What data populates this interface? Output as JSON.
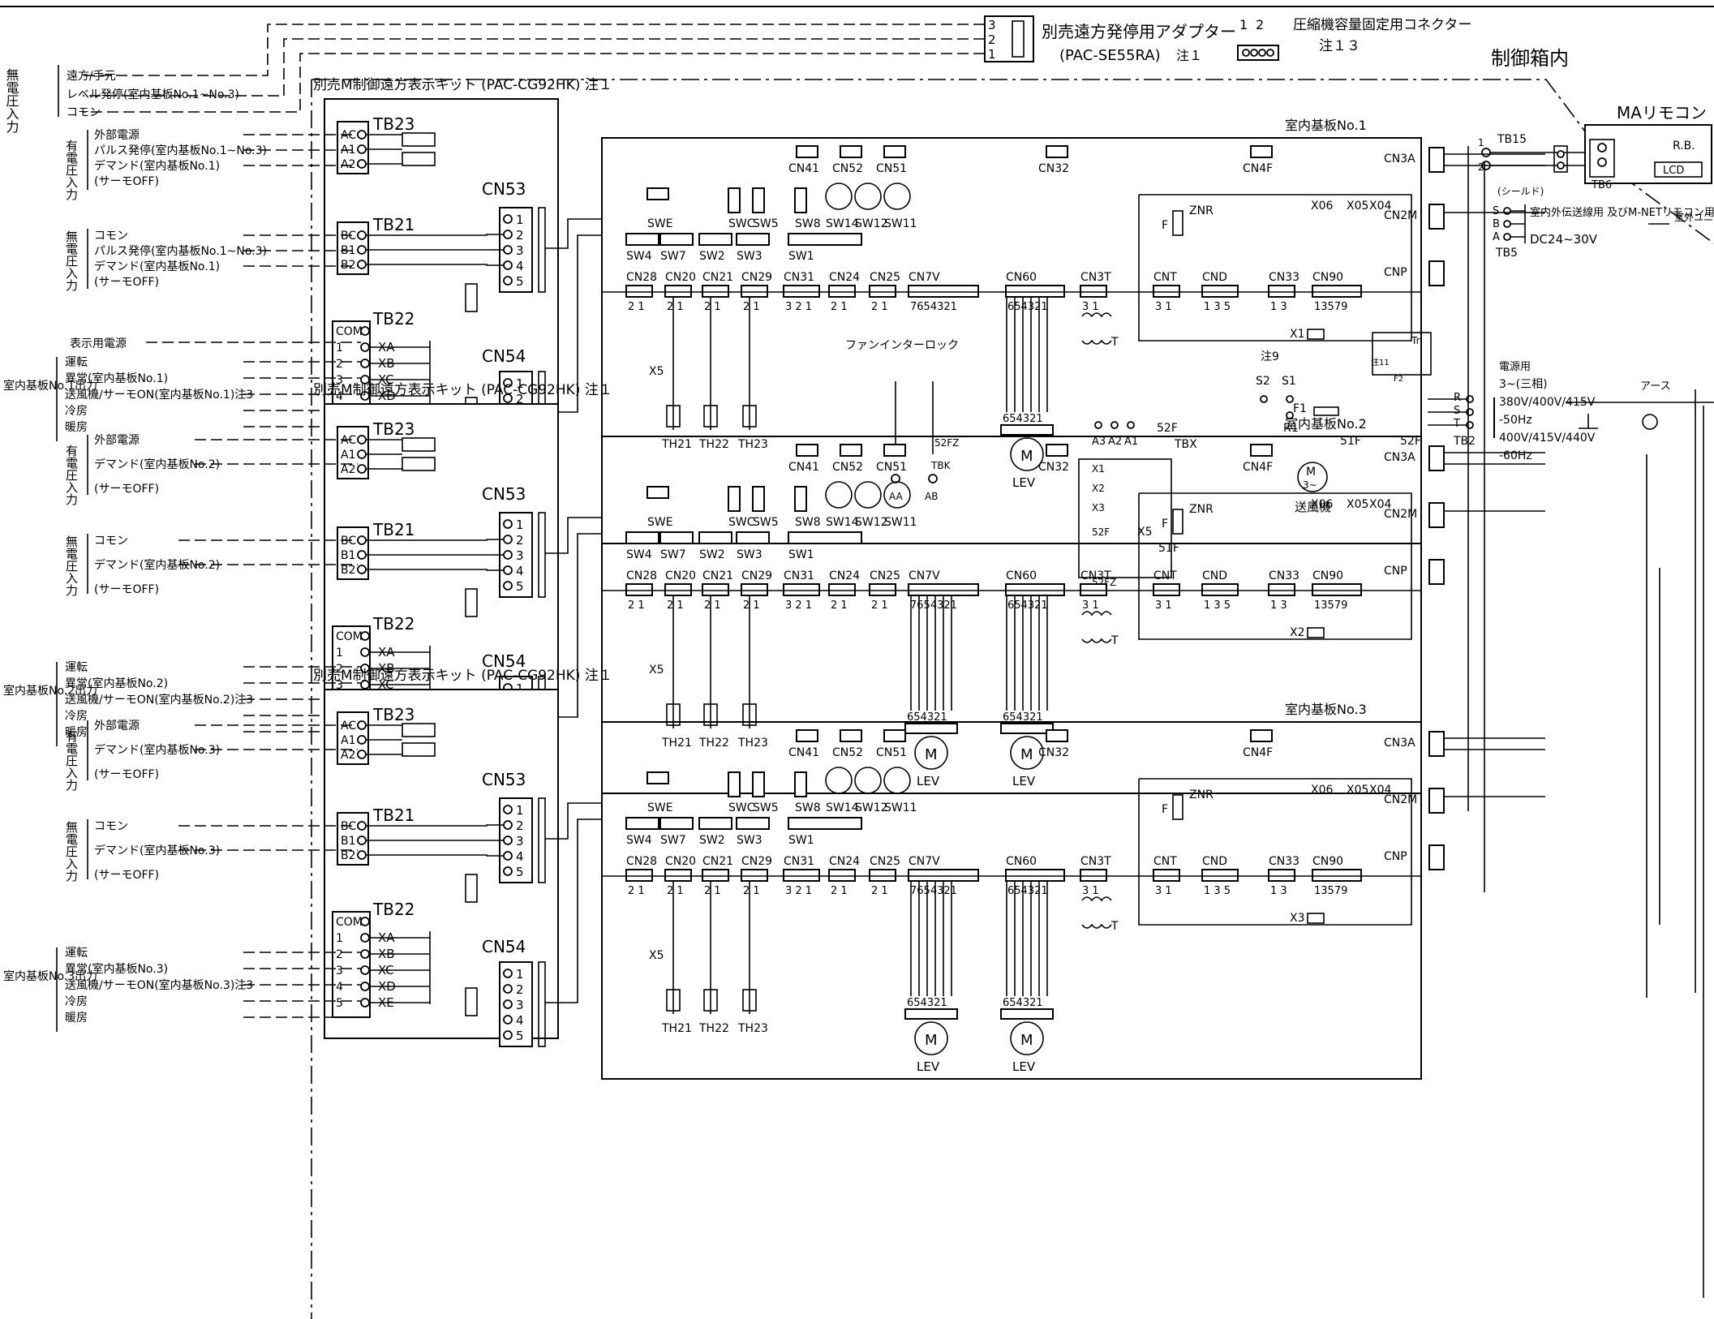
{
  "header": {
    "cabinet_label": "制御箱内",
    "adapter_label": "別売遠方発停用アダプター",
    "adapter_model": "(PAC-SE55RA)",
    "adapter_note": "注１",
    "adapter_pins": [
      "3",
      "2",
      "1"
    ],
    "compressor_connector_label": "圧縮機容量固定用コネクター",
    "compressor_connector_note": "注１３",
    "compressor_pins": [
      "1",
      "2"
    ]
  },
  "left_top": {
    "group_label": "無電圧入力",
    "items": [
      "遠方/手元",
      "レベル発停(室内基板No.1~No.3)",
      "コモン"
    ]
  },
  "boards": [
    {
      "kit_label": "別売M制御遠方表示キット (PAC-CG92HK) 注１",
      "board_label": "室内基板No.1",
      "voltage_input_label": "有電圧入力",
      "voltage_inputs": [
        "外部電源",
        "パルス発停(室内基板No.1~No.3)",
        "デマンド(室内基板No.1)",
        "(サーモOFF)"
      ],
      "dry_input_label": "無電圧入力",
      "dry_inputs": [
        "コモン",
        "パルス発停(室内基板No.1~No.3)",
        "デマンド(室内基板No.1)",
        "(サーモOFF)"
      ],
      "output_label": "室内基板No.1出力",
      "power_label": "表示用電源",
      "outputs": [
        "運転",
        "異常(室内基板No.1)",
        "送風機/サーモON(室内基板No.1)注3",
        "冷房",
        "暖房"
      ]
    },
    {
      "kit_label": "別売M制御遠方表示キット (PAC-CG92HK) 注１",
      "board_label": "室内基板No.2",
      "voltage_input_label": "有電圧入力",
      "voltage_inputs": [
        "外部電源",
        "デマンド(室内基板No.2)",
        "(サーモOFF)"
      ],
      "dry_input_label": "無電圧入力",
      "dry_inputs": [
        "コモン",
        "デマンド(室内基板No.2)",
        "(サーモOFF)"
      ],
      "output_label": "室内基板No.2出力",
      "outputs": [
        "運転",
        "異常(室内基板No.2)",
        "送風機/サーモON(室内基板No.2)注3",
        "冷房",
        "暖房"
      ]
    },
    {
      "kit_label": "別売M制御遠方表示キット (PAC-CG92HK) 注１",
      "board_label": "室内基板No.3",
      "voltage_input_label": "有電圧入力",
      "voltage_inputs": [
        "外部電源",
        "デマンド(室内基板No.3)",
        "(サーモOFF)"
      ],
      "dry_input_label": "無電圧入力",
      "dry_inputs": [
        "コモン",
        "デマンド(室内基板No.3)",
        "(サーモOFF)"
      ],
      "output_label": "室内基板No.3出力",
      "outputs": [
        "運転",
        "異常(室内基板No.3)",
        "送風機/サーモON(室内基板No.3)注3",
        "冷房",
        "暖房"
      ]
    }
  ],
  "kit_terminals": {
    "tb23": "TB23",
    "tb21": "TB21",
    "tb22": "TB22",
    "tb23_pins": [
      "AC",
      "A1",
      "A2"
    ],
    "tb21_pins": [
      "BC",
      "B1",
      "B2"
    ],
    "tb22_pins": [
      "COM",
      "1",
      "2",
      "3",
      "4",
      "5"
    ],
    "relays": [
      "XA",
      "XB",
      "XC",
      "XD",
      "XE"
    ],
    "cn53": "CN53",
    "cn54": "CN54",
    "cn_pins": [
      "1",
      "2",
      "3",
      "4",
      "5"
    ]
  },
  "pcb": {
    "top_connectors": [
      "CN41",
      "CN52",
      "CN51",
      "CN32",
      "CN4F"
    ],
    "switches_row1": [
      "SWE",
      "SWC",
      "SW5",
      "SW8",
      "SW14",
      "SW12",
      "SW11"
    ],
    "switches_row2": [
      "SW4",
      "SW7",
      "SW2",
      "SW3",
      "SW1"
    ],
    "connectors": [
      {
        "name": "CN28",
        "pins": "2 1"
      },
      {
        "name": "CN20",
        "pins": "2 1"
      },
      {
        "name": "CN21",
        "pins": "2 1"
      },
      {
        "name": "CN29",
        "pins": "2 1"
      },
      {
        "name": "CN31",
        "pins": "3 2 1"
      },
      {
        "name": "CN24",
        "pins": "2 1"
      },
      {
        "name": "CN25",
        "pins": "2 1"
      },
      {
        "name": "CN7V",
        "pins": "7654321"
      },
      {
        "name": "CN60",
        "pins": "654321"
      },
      {
        "name": "CN3T",
        "pins": "3 1"
      },
      {
        "name": "CNT",
        "pins": "3 1"
      },
      {
        "name": "CND",
        "pins": "1 3 5"
      },
      {
        "name": "CN33",
        "pins": "1 3"
      },
      {
        "name": "CN90",
        "pins": "13579"
      }
    ],
    "right_connectors": [
      "CN3A",
      "CN2M",
      "CNP"
    ],
    "thermistors": [
      "TH21",
      "TH22",
      "TH23"
    ],
    "relay_x5": "X5",
    "lev": "LEV",
    "lev_pins": "654321",
    "x_relays": [
      "X06",
      "X05",
      "X04"
    ],
    "znr": "ZNR",
    "fuse": "F",
    "transformer": "T",
    "x_labels": [
      "X1",
      "X2",
      "X3"
    ]
  },
  "fan_interlock": {
    "label": "ファンインターロック",
    "contact": "52FZ",
    "terminal": "TBK",
    "terminals": [
      "AA",
      "AB"
    ]
  },
  "power_section": {
    "tb15": "TB15",
    "tb5": "TB5",
    "tb2": "TB2",
    "tb6": "TB6",
    "shield_label": "(シールド)",
    "transmission_label": "室内外伝送線用\n及びM-NETリモコン用",
    "transmission_voltage": "DC24~30V",
    "outdoor_label": "室外ユニットへ",
    "power_title": "電源用",
    "power_phase": "3~(三相)",
    "power_specs": [
      "380V/400V/415V",
      "-50Hz",
      "400V/415V/440V",
      "-60Hz"
    ],
    "earth": "アース",
    "phases": [
      "R",
      "S",
      "T"
    ],
    "sb_labels": [
      "S",
      "B",
      "A"
    ],
    "note9": "注9",
    "s_labels": [
      "S2",
      "S1"
    ],
    "f1": "F1",
    "r1": "R1",
    "f52": "52F",
    "tbx": "TBX",
    "a_terms": [
      "A3",
      "A2",
      "A1"
    ],
    "motor": "送風機",
    "motor_symbol": "M\n3~",
    "f51": "51F",
    "f52b": "52F",
    "tr_label": "Tr",
    "note11": "注11",
    "f2": "F2",
    "x_chain": [
      "X1",
      "X2",
      "X3",
      "52F",
      "X5",
      "51F",
      "52FZ"
    ]
  },
  "remote": {
    "title": "MAリモコン",
    "rb": "R.B.",
    "lcd": "LCD",
    "tb6": "TB6"
  }
}
